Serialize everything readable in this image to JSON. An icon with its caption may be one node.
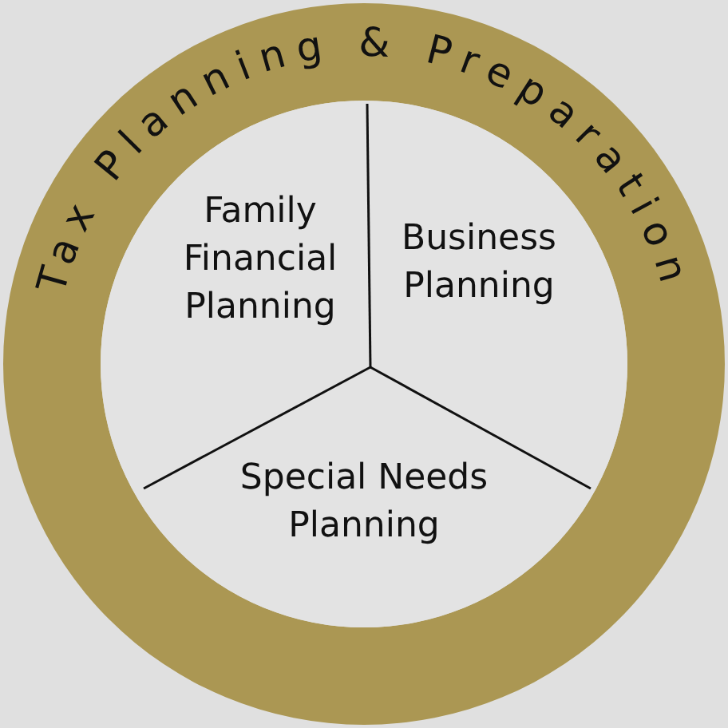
{
  "diagram": {
    "nodes": [
      {
        "text": [
          "Tax Planning & Preparation"
        ]
      },
      {
        "text": [
          "Family Financial Planning"
        ],
        "in": 0
      },
      {
        "text": [
          "Business Planning"
        ],
        "in": 0
      },
      {
        "text": [
          "Special Needs Planning"
        ],
        "in": 0
      }
    ]
  }
}
